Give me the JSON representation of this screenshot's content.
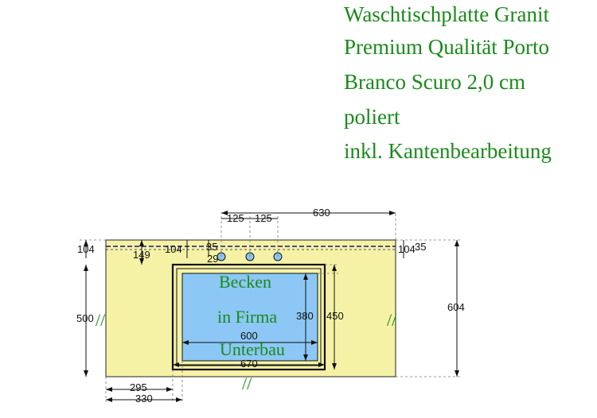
{
  "colors": {
    "slab": "#f5f2a6",
    "basin": "#8cc7f5",
    "text_green": "#1a8a1a",
    "line": "#000000",
    "dim_line": "#666666"
  },
  "title": {
    "lines": [
      "Waschtischplatte Granit",
      "Premium Qualität Porto",
      "Branco Scuro 2,0 cm",
      "poliert",
      "inkl. Kantenbearbeitung"
    ]
  },
  "basin_note": {
    "lines": [
      "Becken",
      "in Firma",
      "Unterbau"
    ]
  },
  "break_marks": {
    "left": "//",
    "right": "//",
    "bottom": "//"
  },
  "dimensions": {
    "top_total": "630",
    "tap_spacing_left": "125",
    "tap_spacing_right": "125",
    "left_edge_depth": "104",
    "right_edge_depth": "104",
    "left_cutout_offset": "149",
    "center_depth": "104",
    "hole_offset_a": "35",
    "hole_offset_b": "29",
    "right_small": "35",
    "left_height": "500",
    "right_height": "604",
    "inner_width": "600",
    "outer_width": "670",
    "inner_height": "380",
    "outer_height": "450",
    "bottom_a": "295",
    "bottom_b": "330"
  }
}
